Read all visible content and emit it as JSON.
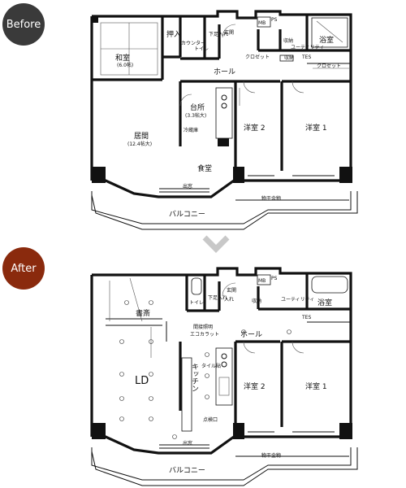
{
  "labels": {
    "before": "Before",
    "after": "After"
  },
  "before_plan": {
    "washitsu": "和室",
    "washitsu_size": "(6.0帖)",
    "oshiire": "押入",
    "katougata": "カウンター",
    "toilet": "トイレ",
    "getabako": "下足入れ",
    "genkan": "玄関",
    "mb": "MB",
    "ps": "PS",
    "storage_small": "収納",
    "utility": "ユーティリティ",
    "yokushitsu": "浴室",
    "closet": "クロゼット",
    "tes": "TES",
    "hall": "ホール",
    "daidokoro": "台所",
    "daidokoro_size": "(3.3帖大)",
    "reizouko": "冷蔵庫",
    "kyoshitsu": "居間",
    "kyoshitsu_size": "(12.4帖大)",
    "yoshitsu2": "洋室 2",
    "yoshitsu1": "洋室 1",
    "shokudo": "食堂",
    "demado": "出窓",
    "monohoshi": "物干金物",
    "balcony": "バルコニー"
  },
  "after_plan": {
    "genkan": "玄関",
    "mb": "MB",
    "ps": "PS",
    "toilet": "トイレ",
    "getabako": "下足入れ",
    "shoe_storage": "入れ",
    "storage_small": "収納",
    "utility": "ユーティリティ",
    "yokushitsu": "浴室",
    "shosai": "書斎",
    "lighting": "間接照明",
    "ecocarat": "エコカラット",
    "hall": "ホール",
    "kitchen": "キッチン",
    "tile": "タイル貼",
    "ld": "LD",
    "yoshitsu2": "洋室 2",
    "yoshitsu1": "洋室 1",
    "inspection": "点検口",
    "demado": "出窓",
    "monohoshi": "物干金物",
    "balcony": "バルコニー",
    "tes": "TES"
  },
  "arrow_icon": "chevron-down-icon",
  "arrow_color": "#c8c8c8"
}
